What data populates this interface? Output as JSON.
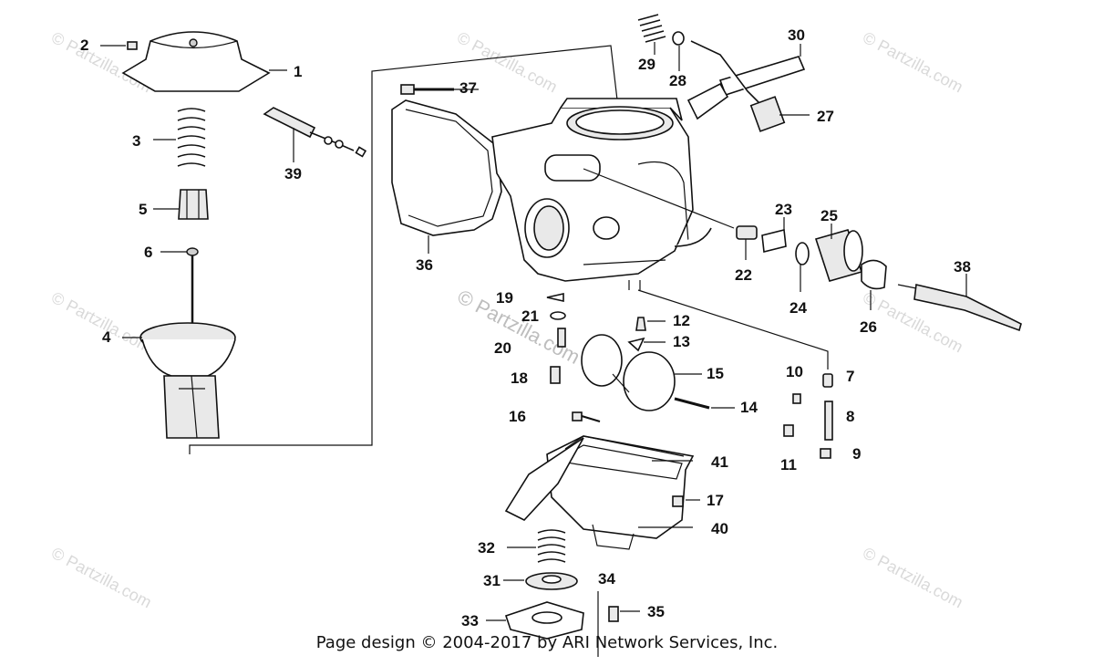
{
  "watermarks": {
    "corner_text": "© Partzilla.com",
    "center_text": "© Partzilla.com"
  },
  "callouts": [
    "1",
    "2",
    "3",
    "4",
    "5",
    "6",
    "7",
    "8",
    "9",
    "10",
    "11",
    "12",
    "13",
    "14",
    "15",
    "16",
    "17",
    "18",
    "19",
    "20",
    "21",
    "22",
    "23",
    "24",
    "25",
    "26",
    "27",
    "28",
    "29",
    "30",
    "31",
    "32",
    "33",
    "34",
    "35",
    "36",
    "37",
    "38",
    "39",
    "40",
    "41"
  ],
  "footer": {
    "text": "Page design © 2004-2017 by ARI Network Services, Inc."
  }
}
